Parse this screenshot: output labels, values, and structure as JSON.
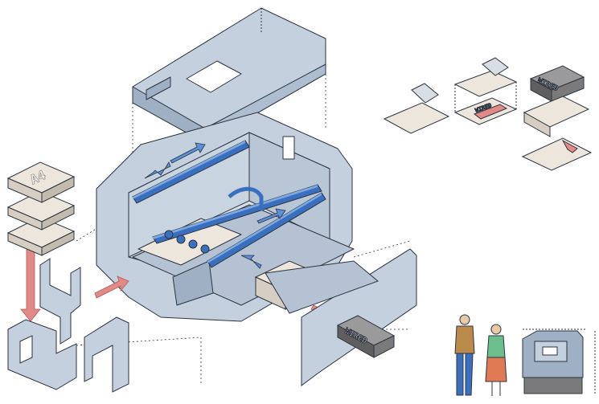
{
  "illustration": {
    "paper_stack_label": "A4",
    "top_right_block_label": "WIRED",
    "bottom_block_label": "WIRED",
    "printed_mark_label": "WIRED",
    "colors": {
      "panel": "#c4d0de",
      "panel_dark": "#9fb0c4",
      "outline": "#2d3440",
      "rail": "#3a6fc0",
      "rail_light": "#7ea8e0",
      "arrow_red": "#e28a88",
      "arrow_blue": "#5b8fd8",
      "paper": "#ede6dc",
      "shadow": "#b9b2a8"
    },
    "icons": [
      "paper-stack-icon",
      "printer-body-icon",
      "scale-figures-icon",
      "process-steps-icon"
    ]
  }
}
